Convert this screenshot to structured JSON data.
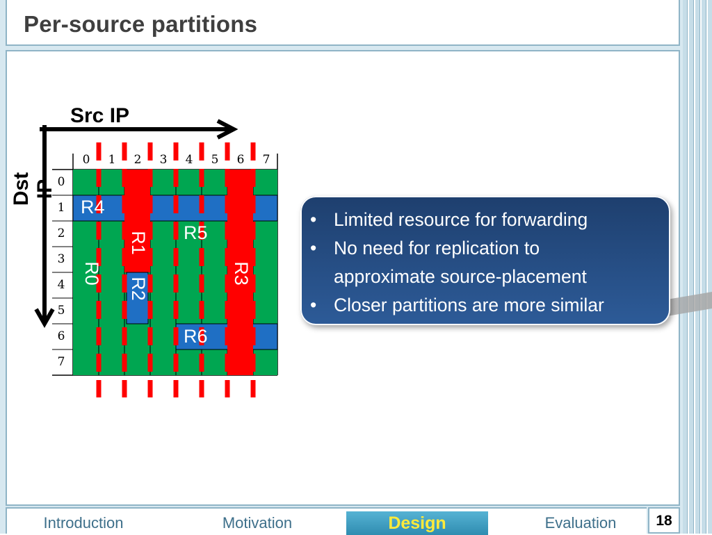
{
  "slide": {
    "title": "Per-source partitions",
    "page_number": "18"
  },
  "nav": {
    "items": [
      {
        "label": "Introduction",
        "active": false
      },
      {
        "label": "Motivation",
        "active": false
      },
      {
        "label": "Design",
        "active": true
      },
      {
        "label": "Evaluation",
        "active": false
      }
    ]
  },
  "diagram": {
    "x_axis_label": "Src IP",
    "y_axis_label": "Dst IP",
    "x_ticks": [
      "0",
      "1",
      "2",
      "3",
      "4",
      "5",
      "6",
      "7"
    ],
    "y_ticks": [
      "0",
      "1",
      "2",
      "3",
      "4",
      "5",
      "6",
      "7"
    ],
    "rules": {
      "R0": "R0",
      "R1": "R1",
      "R2": "R2",
      "R3": "R3",
      "R4": "R4",
      "R5": "R5",
      "R6": "R6"
    },
    "colors": {
      "green": "#00a651",
      "blue": "#1f6fc4",
      "red": "#ff0000"
    }
  },
  "callout": {
    "bullet": "•",
    "items": [
      "Limited resource for forwarding",
      "No need for replication to",
      "approximate source-placement",
      "Closer partitions are more similar"
    ]
  }
}
